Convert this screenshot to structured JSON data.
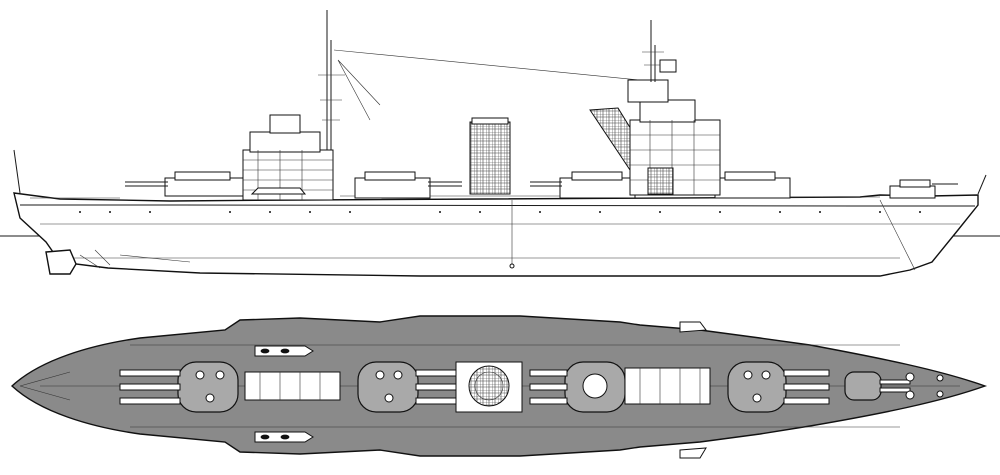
{
  "drawing": {
    "views": [
      "side-elevation",
      "plan-view"
    ],
    "turrets_per_view": 5,
    "colors": {
      "line": "#111111",
      "deck": "#8a8a8a",
      "turret": "#a9a9a9",
      "paper": "#ffffff"
    }
  }
}
